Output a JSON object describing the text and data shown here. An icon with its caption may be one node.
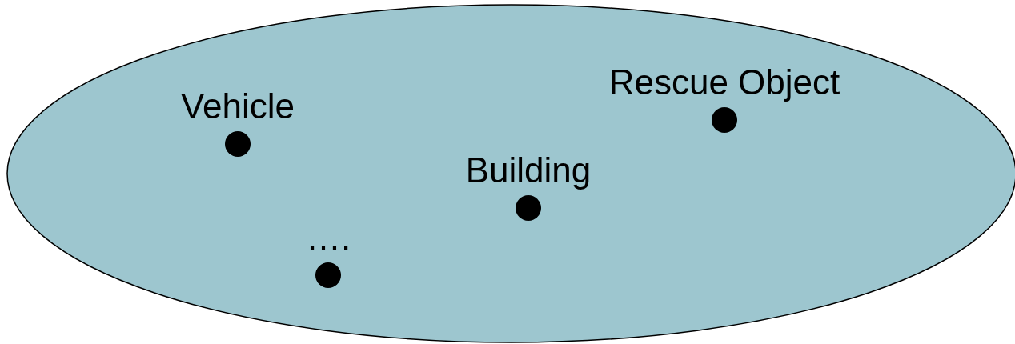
{
  "diagram": {
    "nodes": [
      {
        "text": [],
        "shape": "ellipse"
      },
      {
        "text": [
          "Vehicle"
        ],
        "in": 0
      },
      {
        "text": [
          "Rescue Object"
        ],
        "in": 0
      },
      {
        "text": [
          "Building"
        ],
        "in": 0
      },
      {
        "text": [
          "…."
        ],
        "in": 0
      }
    ],
    "edges": []
  }
}
